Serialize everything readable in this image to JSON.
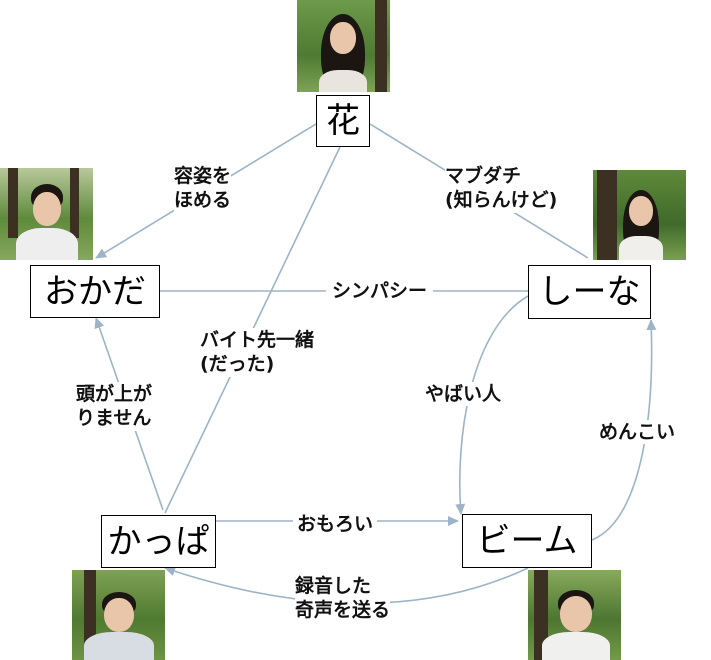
{
  "nodes": {
    "hana": "花",
    "okada": "おかだ",
    "shiina": "しーな",
    "kappa": "かっぱ",
    "beam": "ビーム"
  },
  "edges": {
    "hana_okada": [
      "容姿を",
      "ほめる"
    ],
    "hana_shiina": [
      "マブダチ",
      "(知らんけど)"
    ],
    "okada_shiina": [
      "シンパシー"
    ],
    "kappa_hana": [
      "バイト先一緒",
      "(だった)"
    ],
    "kappa_okada": [
      "頭が上が",
      "りません"
    ],
    "shiina_beam": [
      "やばい人"
    ],
    "beam_shiina": [
      "めんこい"
    ],
    "kappa_beam": [
      "おもろい"
    ],
    "beam_kappa": [
      "録音した",
      "奇声を送る"
    ]
  },
  "colors": {
    "edge": "#9db4c6",
    "node_border": "#000000",
    "text": "#111111"
  },
  "photos": {
    "hana": "person-photo-woman",
    "okada": "person-photo-man",
    "shiina": "person-photo-woman",
    "kappa": "person-photo-man",
    "beam": "person-photo-man"
  }
}
